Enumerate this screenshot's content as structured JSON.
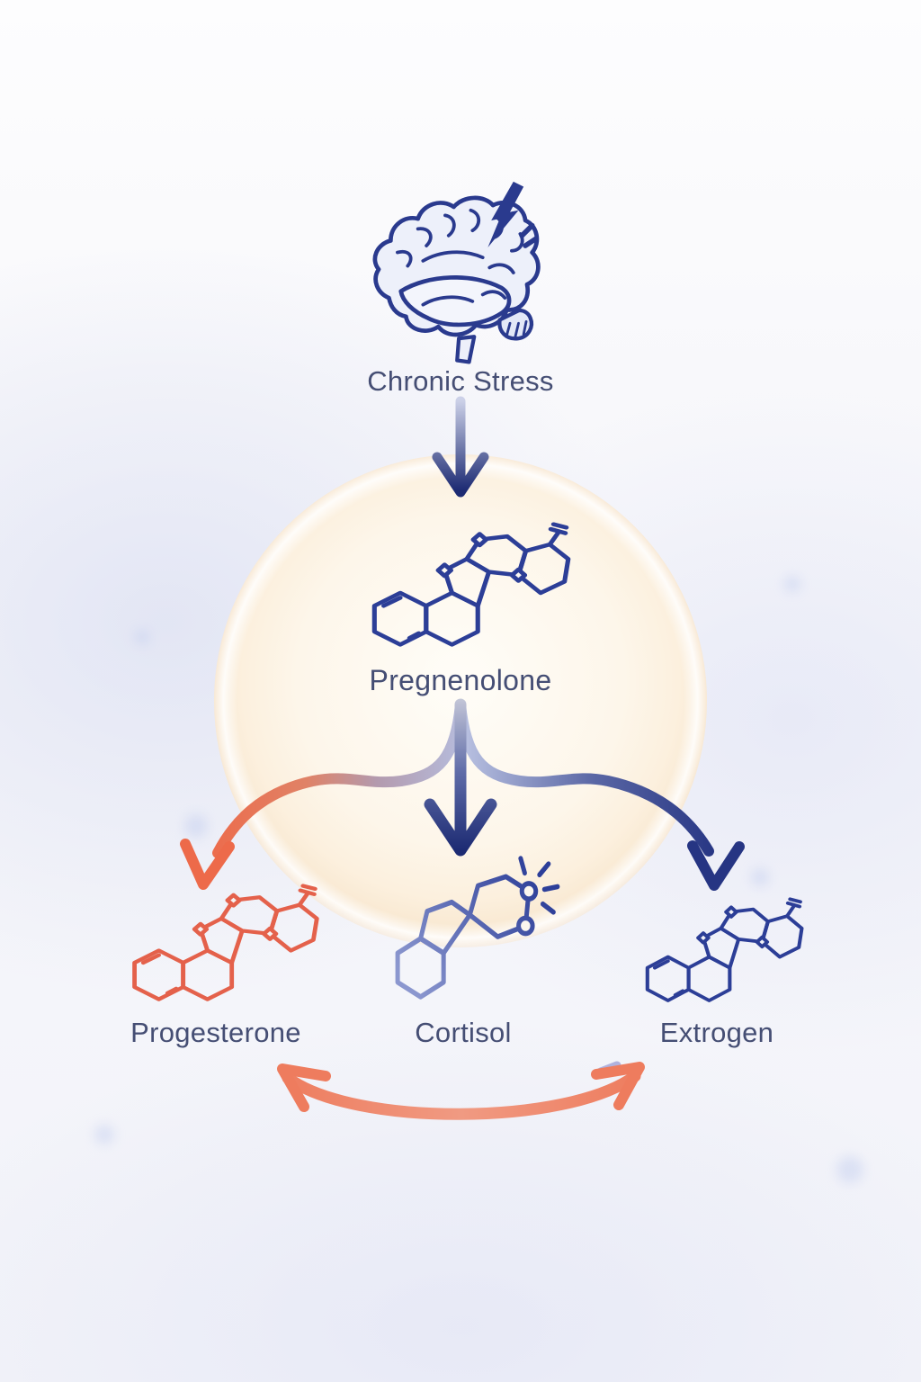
{
  "diagram": {
    "type": "hormone-pathway-flowchart",
    "nodes": {
      "chronic_stress": {
        "label": "Chronic Stress",
        "icon": "brain-lightning-icon"
      },
      "pregnenolone": {
        "label": "Pregnenolone",
        "icon": "steroid-molecule-icon"
      },
      "progesterone": {
        "label": "Progesterone",
        "icon": "steroid-molecule-icon"
      },
      "cortisol": {
        "label": "Cortisol",
        "icon": "cortisol-molecule-spark-icon"
      },
      "estrogen": {
        "label": "Extrogen",
        "icon": "steroid-molecule-icon"
      }
    },
    "edges": [
      {
        "from": "chronic_stress",
        "to": "pregnenolone",
        "style": "straight-down-arrow-blue-gradient"
      },
      {
        "from": "pregnenolone",
        "to": "progesterone",
        "style": "curved-branch-arrow-blue-to-orange"
      },
      {
        "from": "pregnenolone",
        "to": "cortisol",
        "style": "straight-down-arrow-blue-gradient"
      },
      {
        "from": "pregnenolone",
        "to": "estrogen",
        "style": "curved-branch-arrow-dark-blue"
      },
      {
        "from": "progesterone",
        "to": "estrogen",
        "style": "double-headed-curved-arrow-salmon"
      }
    ],
    "colors": {
      "navy_outline": "#2a3a8e",
      "molecule_blue": "#2c3e97",
      "molecule_orange": "#e4614b",
      "arrow_dark_blue": "#1d2b73",
      "arrow_orange": "#ed6a4a",
      "bottom_arrow_salmon": "#ee7e60",
      "label_text": "#454e74",
      "glow_cream": "#fdf4e6",
      "background_lavender": "#f2f3f9"
    }
  }
}
